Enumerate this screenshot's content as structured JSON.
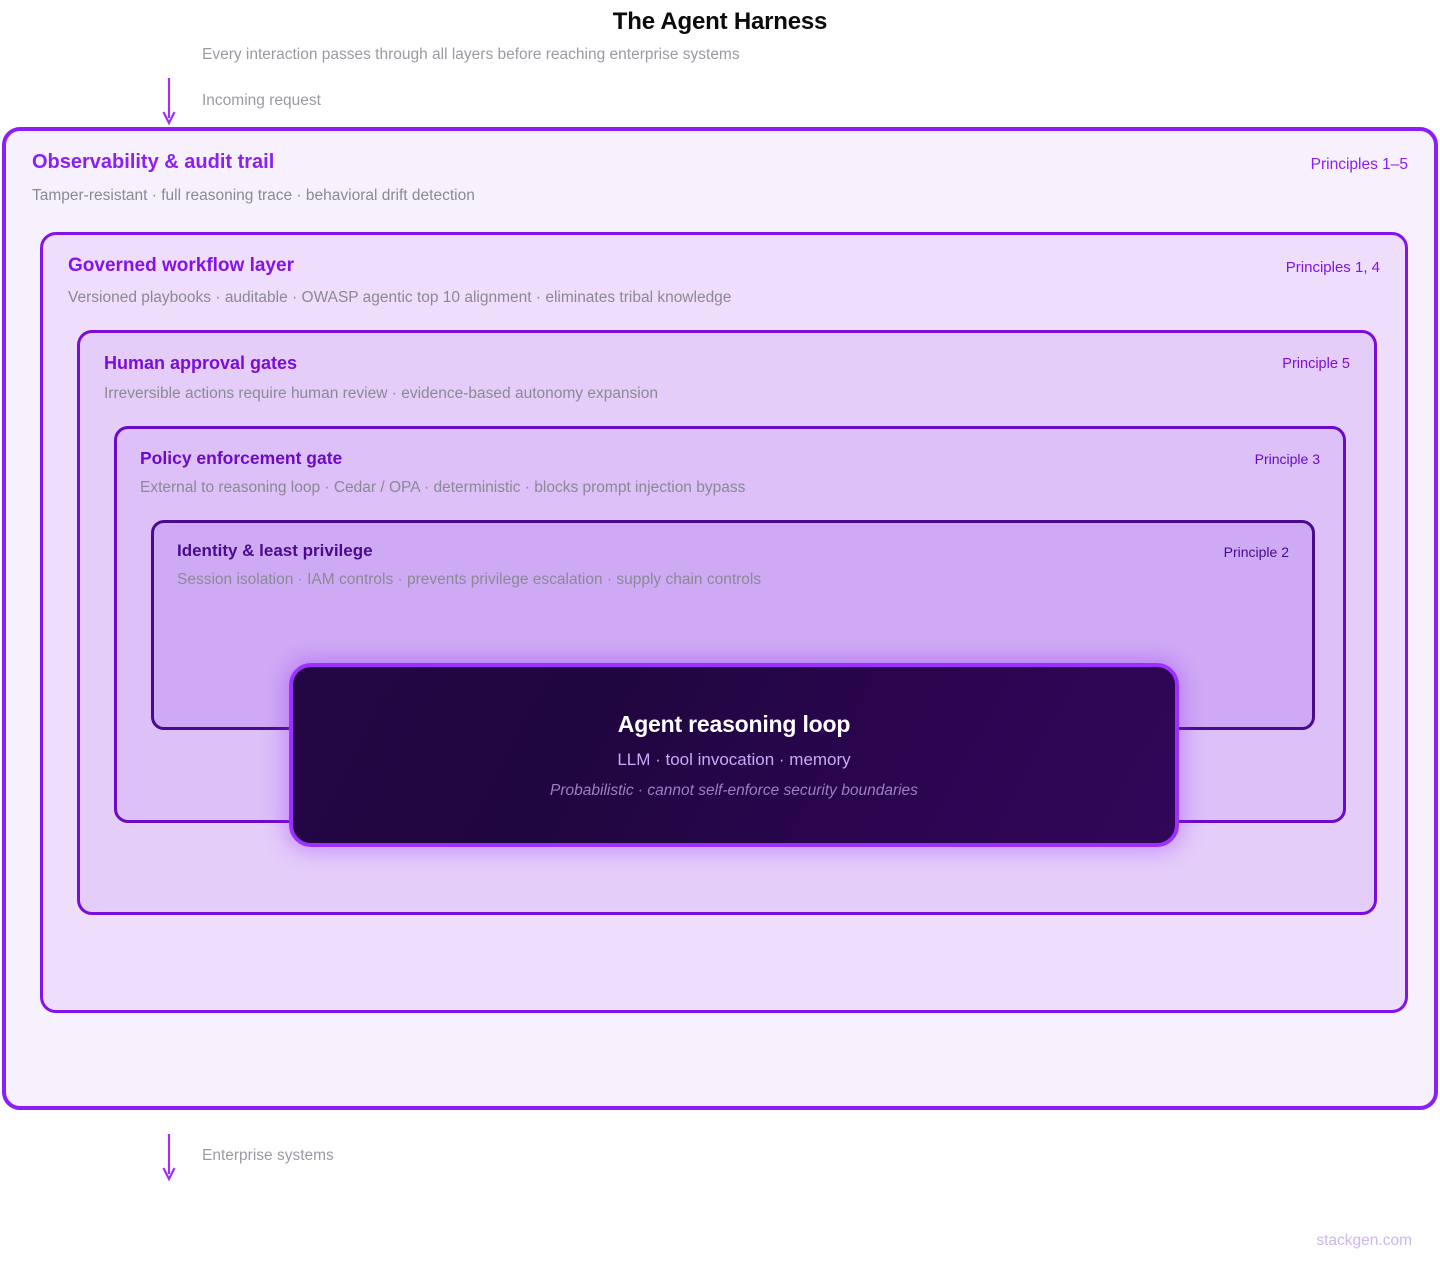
{
  "header": {
    "title": "The Agent Harness",
    "subtitle": "Every interaction passes through all layers before reaching enterprise systems"
  },
  "flow": {
    "incoming_label": "Incoming request",
    "outgoing_label": "Enterprise systems",
    "arrow_color": "#9b30ff"
  },
  "layers": [
    {
      "id": "layer-1",
      "title": "Observability & audit trail",
      "principle": "Principles 1–5",
      "description": "Tamper-resistant · full reasoning trace · behavioral drift detection",
      "accent": "#8b1ff5",
      "fill": "#f7f1fe"
    },
    {
      "id": "layer-2",
      "title": "Governed workflow layer",
      "principle": "Principles 1, 4",
      "description": "Versioned playbooks · auditable · OWASP agentic top 10 alignment · eliminates tribal knowledge",
      "accent": "#8412ea",
      "fill": "#eeddfb"
    },
    {
      "id": "layer-3",
      "title": "Human approval gates",
      "principle": "Principle 5",
      "description": "Irreversible actions require human review · evidence-based autonomy expansion",
      "accent": "#7a0ddd",
      "fill": "#e4cdf9"
    },
    {
      "id": "layer-4",
      "title": "Policy enforcement gate",
      "principle": "Principle 3",
      "description": "External to reasoning loop · Cedar / OPA · deterministic · blocks prompt injection bypass",
      "accent": "#6a0bc8",
      "fill": "#dcc0f7"
    },
    {
      "id": "layer-5",
      "title": "Identity & least privilege",
      "principle": "Principle 2",
      "description": "Session isolation · IAM controls · prevents privilege escalation · supply chain controls",
      "accent": "#4a0a8f",
      "fill": "#cfaaf4"
    }
  ],
  "core": {
    "title": "Agent reasoning loop",
    "subtitle": "LLM · tool invocation · memory",
    "note": "Probabilistic · cannot self-enforce security boundaries",
    "border_color": "#9b30ff"
  },
  "footer": {
    "watermark": "stackgen.com"
  }
}
